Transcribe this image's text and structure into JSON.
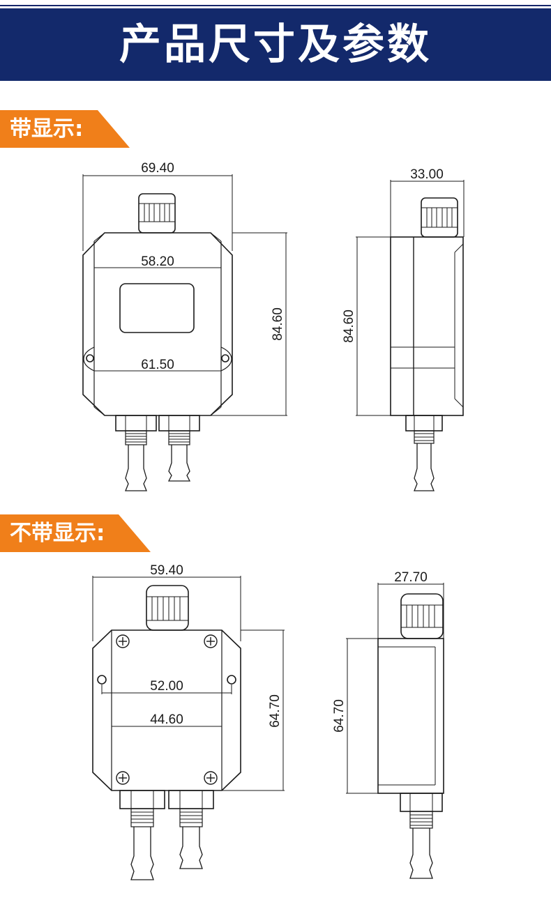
{
  "header": {
    "title": "产品尺寸及参数"
  },
  "sections": [
    {
      "label": "带显示:",
      "front": {
        "top_width": "69.40",
        "inner_width": "58.20",
        "lower_width": "61.50",
        "height": "84.60"
      },
      "side": {
        "depth": "33.00",
        "height": "84.60"
      }
    },
    {
      "label": "不带显示:",
      "front": {
        "top_width": "59.40",
        "inner_width": "52.00",
        "lower_width": "44.60",
        "height": "64.70"
      },
      "side": {
        "depth": "27.70",
        "height": "64.70"
      }
    }
  ],
  "colors": {
    "banner": "#13296b",
    "tag": "#f07f1a",
    "line": "#1a1a1a"
  }
}
